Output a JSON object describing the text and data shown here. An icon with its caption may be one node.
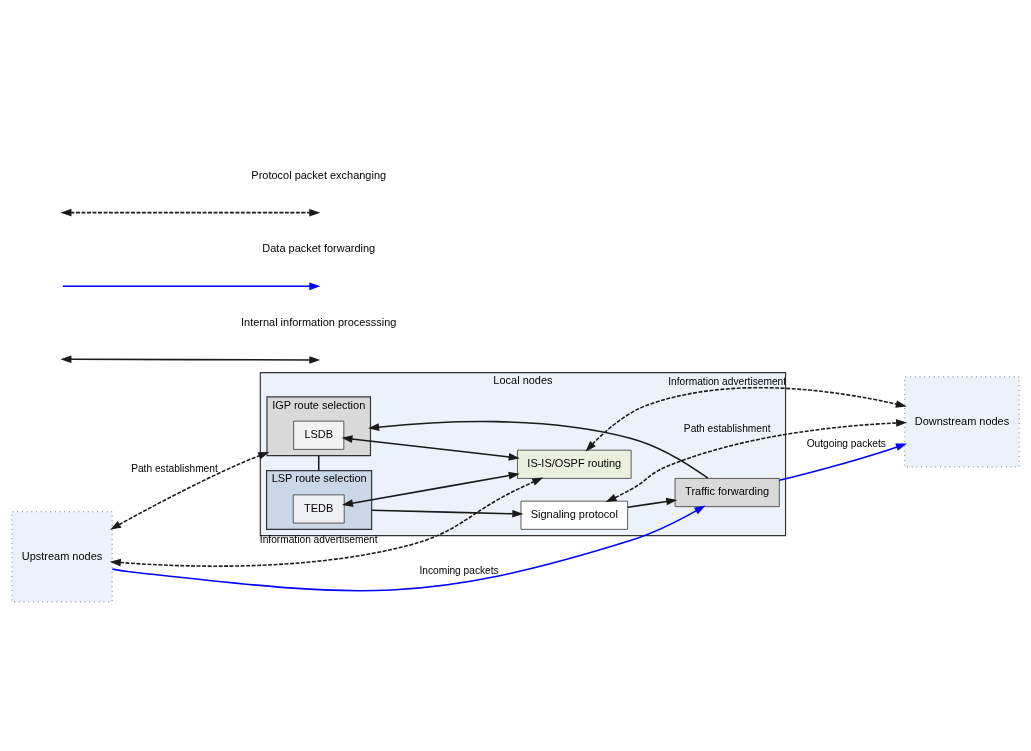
{
  "diagram": {
    "nodes": [
      {
        "text": [
          "Upstream nodes"
        ]
      },
      {
        "text": [
          "Local nodes"
        ]
      },
      {
        "text": [
          "Downstream nodes"
        ]
      },
      {
        "text": [
          "IGP route selection"
        ],
        "in": 1
      },
      {
        "text": [
          "LSDB"
        ],
        "in": 3
      },
      {
        "text": [
          "LSP route selection"
        ],
        "in": 1
      },
      {
        "text": [
          "TEDB"
        ],
        "in": 5
      },
      {
        "text": [
          "Signaling protocol"
        ],
        "in": 1
      },
      {
        "text": [
          "IS-IS/OSPF routing"
        ],
        "in": 1
      },
      {
        "text": [
          "Traffic forwarding"
        ],
        "in": 1
      }
    ],
    "edges": [
      {
        "from": 0,
        "to": 3,
        "arrow": "both",
        "style": "dashed",
        "label": "Path establishment"
      },
      {
        "from": 0,
        "to": 8,
        "arrow": "both",
        "style": "dashed",
        "label": "Information advertisement"
      },
      {
        "from": 0,
        "to": 9,
        "arrow": "to",
        "color": "#0000ff",
        "label": "Incoming packets"
      },
      {
        "from": 9,
        "to": 3,
        "arrow": "to"
      },
      {
        "from": 3,
        "to": 5,
        "arrow": "none"
      },
      {
        "from": 5,
        "to": 7,
        "arrow": "to"
      },
      {
        "from": 4,
        "to": 8,
        "arrow": "both"
      },
      {
        "from": 6,
        "to": 8,
        "arrow": "both"
      },
      {
        "from": 7,
        "to": 9,
        "arrow": "to"
      },
      {
        "from": 7,
        "to": 2,
        "arrow": "both",
        "style": "dashed",
        "label": "Path establishment"
      },
      {
        "from": 8,
        "to": 2,
        "arrow": "both",
        "style": "dashed",
        "label": "Information advertisement"
      },
      {
        "from": 9,
        "to": 2,
        "arrow": "to",
        "color": "#0000ff",
        "label": "Outgoing packets"
      }
    ],
    "legend": [
      {
        "text": "Protocol packet exchanging"
      },
      {
        "text": "Data packet forwarding"
      },
      {
        "text": "Internal information processsing"
      }
    ]
  }
}
